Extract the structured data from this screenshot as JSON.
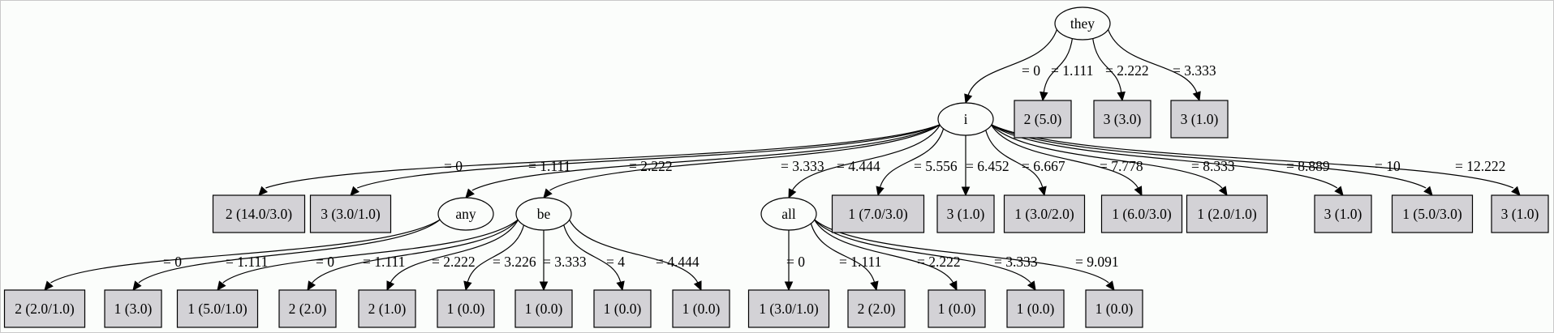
{
  "diagram": {
    "type": "decision-tree",
    "node_fill_leaf": "#d3d2d6",
    "node_fill_internal": "#fbfdfb",
    "nodes": [
      {
        "id": "they",
        "shape": "ellipse",
        "label": "they"
      },
      {
        "id": "i",
        "shape": "ellipse",
        "label": "i"
      },
      {
        "id": "any",
        "shape": "ellipse",
        "label": "any"
      },
      {
        "id": "be",
        "shape": "ellipse",
        "label": "be"
      },
      {
        "id": "all",
        "shape": "ellipse",
        "label": "all"
      },
      {
        "id": "L_they_1",
        "shape": "box",
        "label": "2 (5.0)"
      },
      {
        "id": "L_they_2",
        "shape": "box",
        "label": "3 (3.0)"
      },
      {
        "id": "L_they_3",
        "shape": "box",
        "label": "3 (1.0)"
      },
      {
        "id": "L_i_0",
        "shape": "box",
        "label": "2 (14.0/3.0)"
      },
      {
        "id": "L_i_1",
        "shape": "box",
        "label": "3 (3.0/1.0)"
      },
      {
        "id": "L_i_5",
        "shape": "box",
        "label": "1 (7.0/3.0)"
      },
      {
        "id": "L_i_6",
        "shape": "box",
        "label": "3 (1.0)"
      },
      {
        "id": "L_i_7",
        "shape": "box",
        "label": "1 (3.0/2.0)"
      },
      {
        "id": "L_i_8",
        "shape": "box",
        "label": "1 (6.0/3.0)"
      },
      {
        "id": "L_i_9",
        "shape": "box",
        "label": "1 (2.0/1.0)"
      },
      {
        "id": "L_i_10",
        "shape": "box",
        "label": "3 (1.0)"
      },
      {
        "id": "L_i_11",
        "shape": "box",
        "label": "1 (5.0/3.0)"
      },
      {
        "id": "L_i_12",
        "shape": "box",
        "label": "3 (1.0)"
      },
      {
        "id": "L_any_0",
        "shape": "box",
        "label": "2 (2.0/1.0)"
      },
      {
        "id": "L_any_1",
        "shape": "box",
        "label": "1 (3.0)"
      },
      {
        "id": "L_be_0",
        "shape": "box",
        "label": "1 (5.0/1.0)"
      },
      {
        "id": "L_be_1",
        "shape": "box",
        "label": "2 (2.0)"
      },
      {
        "id": "L_be_2",
        "shape": "box",
        "label": "2 (1.0)"
      },
      {
        "id": "L_be_3",
        "shape": "box",
        "label": "1 (0.0)"
      },
      {
        "id": "L_be_4",
        "shape": "box",
        "label": "1 (0.0)"
      },
      {
        "id": "L_be_5",
        "shape": "box",
        "label": "1 (0.0)"
      },
      {
        "id": "L_be_6",
        "shape": "box",
        "label": "1 (0.0)"
      },
      {
        "id": "L_all_0",
        "shape": "box",
        "label": "1 (3.0/1.0)"
      },
      {
        "id": "L_all_1",
        "shape": "box",
        "label": "2 (2.0)"
      },
      {
        "id": "L_all_2",
        "shape": "box",
        "label": "1 (0.0)"
      },
      {
        "id": "L_all_3",
        "shape": "box",
        "label": "1 (0.0)"
      },
      {
        "id": "L_all_4",
        "shape": "box",
        "label": "1 (0.0)"
      }
    ],
    "edges": [
      {
        "from": "they",
        "to": "i",
        "label": "= 0"
      },
      {
        "from": "they",
        "to": "L_they_1",
        "label": "= 1.111"
      },
      {
        "from": "they",
        "to": "L_they_2",
        "label": "= 2.222"
      },
      {
        "from": "they",
        "to": "L_they_3",
        "label": "= 3.333"
      },
      {
        "from": "i",
        "to": "L_i_0",
        "label": "= 0"
      },
      {
        "from": "i",
        "to": "L_i_1",
        "label": "= 1.111"
      },
      {
        "from": "i",
        "to": "any",
        "label": "= 2.222"
      },
      {
        "from": "i",
        "to": "be",
        "label": "= 3.333"
      },
      {
        "from": "i",
        "to": "all",
        "label": "= 4.444"
      },
      {
        "from": "i",
        "to": "L_i_5",
        "label": "= 5.556"
      },
      {
        "from": "i",
        "to": "L_i_6",
        "label": "= 6.452"
      },
      {
        "from": "i",
        "to": "L_i_7",
        "label": "= 6.667"
      },
      {
        "from": "i",
        "to": "L_i_8",
        "label": "= 7.778"
      },
      {
        "from": "i",
        "to": "L_i_9",
        "label": "= 8.333"
      },
      {
        "from": "i",
        "to": "L_i_10",
        "label": "= 8.889"
      },
      {
        "from": "i",
        "to": "L_i_11",
        "label": "= 10"
      },
      {
        "from": "i",
        "to": "L_i_12",
        "label": "= 12.222"
      },
      {
        "from": "any",
        "to": "L_any_0",
        "label": "= 0"
      },
      {
        "from": "any",
        "to": "L_any_1",
        "label": "= 1.111"
      },
      {
        "from": "be",
        "to": "L_be_0",
        "label": "= 0"
      },
      {
        "from": "be",
        "to": "L_be_1",
        "label": "= 1.111"
      },
      {
        "from": "be",
        "to": "L_be_2",
        "label": "= 2.222"
      },
      {
        "from": "be",
        "to": "L_be_3",
        "label": "= 3.226"
      },
      {
        "from": "be",
        "to": "L_be_4",
        "label": "= 3.333"
      },
      {
        "from": "be",
        "to": "L_be_5",
        "label": "= 4"
      },
      {
        "from": "be",
        "to": "L_be_6",
        "label": "= 4.444"
      },
      {
        "from": "all",
        "to": "L_all_0",
        "label": "= 0"
      },
      {
        "from": "all",
        "to": "L_all_1",
        "label": "= 1.111"
      },
      {
        "from": "all",
        "to": "L_all_2",
        "label": "= 2.222"
      },
      {
        "from": "all",
        "to": "L_all_3",
        "label": "= 3.333"
      },
      {
        "from": "all",
        "to": "L_all_4",
        "label": "= 9.091"
      }
    ]
  }
}
